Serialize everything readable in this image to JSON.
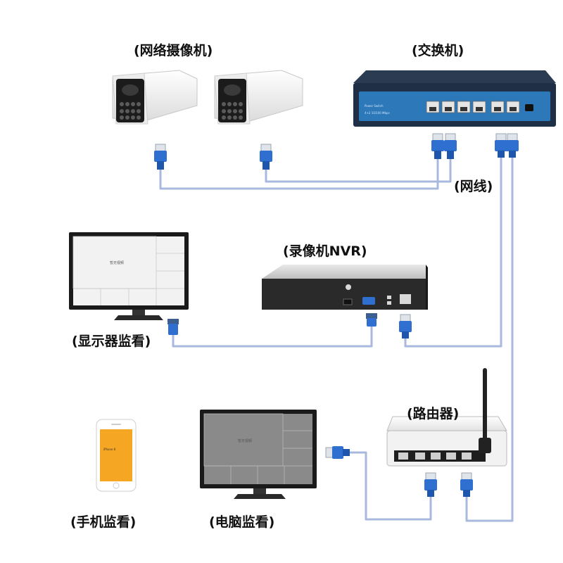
{
  "labels": {
    "cameras": "(网络摄像机)",
    "switch": "(交换机)",
    "cable": "(网线)",
    "nvr": "(录像机NVR)",
    "monitor": "(显示器监看)",
    "router": "(路由器)",
    "phone": "(手机监看)",
    "pc": "(电脑监看)"
  },
  "switch_panel": {
    "brand": "Power Switch",
    "spec": "4+2 10/100 Mbps"
  },
  "screen_tile_text": "暂无视频",
  "phone_screen_text": "iPhone 6",
  "colors": {
    "cable": "#a9b8de",
    "connector": "#2f6fd0",
    "switch_body": "#1f2f45",
    "switch_panel": "#2d78b8",
    "nvr_body": "#2a2a2a",
    "phone_screen": "#f5a623",
    "pc_screen": "#8a8a8a"
  }
}
